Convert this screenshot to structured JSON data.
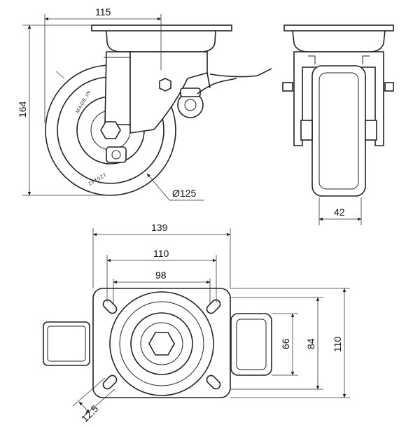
{
  "drawing": {
    "dimensions": {
      "side_width": "115",
      "side_height": "164",
      "wheel_diameter": "Ø125",
      "wheel_width": "42",
      "plate_length": "139",
      "hole_spacing_x": "110",
      "hole_spacing_inner": "98",
      "hole_spacing_y": "110",
      "plate_inner_y": "84",
      "hole_inner_y": "66",
      "hole_diameter": "12,5"
    },
    "wheel_markings": {
      "made_in": "MADE IN",
      "size": "125x42"
    },
    "colors": {
      "line": "#222222",
      "background": "#ffffff"
    }
  }
}
